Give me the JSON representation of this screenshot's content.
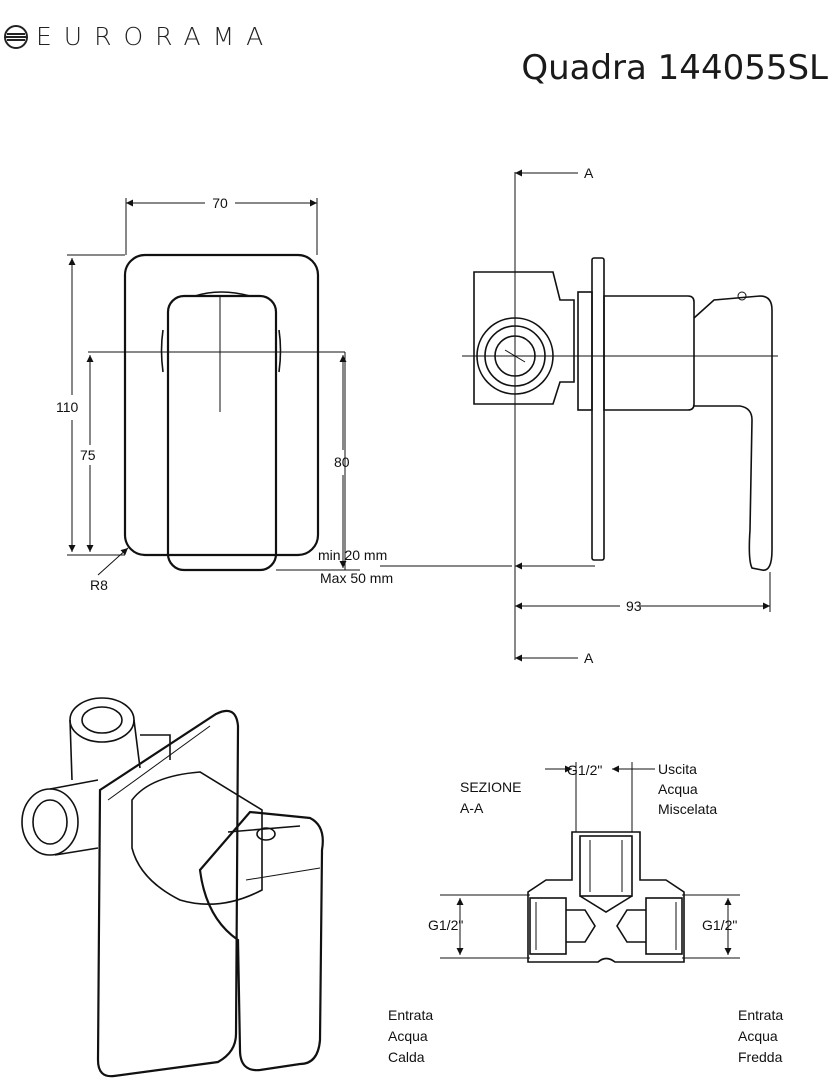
{
  "brand": {
    "name": "EURORAMA",
    "logo_icon": "eurorama-logo-icon"
  },
  "title": "Quadra 144055SL",
  "front_view": {
    "width_dim": "70",
    "height_dim": "110",
    "center_height_dim": "75",
    "lever_height_dim": "80",
    "radius_label": "R8",
    "depth_min": "min 20 mm",
    "depth_max": "Max 50 mm"
  },
  "side_view": {
    "section_mark_top": "A",
    "section_mark_bottom": "A",
    "depth_dim": "93"
  },
  "section": {
    "title_line1": "SEZIONE",
    "title_line2": "A-A",
    "top_thread": "G1/2\"",
    "left_thread": "G1/2\"",
    "right_thread": "G1/2\"",
    "outlet": [
      "Uscita",
      "Acqua",
      "Miscelata"
    ],
    "hot_inlet": [
      "Entrata",
      "Acqua",
      "Calda"
    ],
    "cold_inlet": [
      "Entrata",
      "Acqua",
      "Fredda"
    ]
  }
}
